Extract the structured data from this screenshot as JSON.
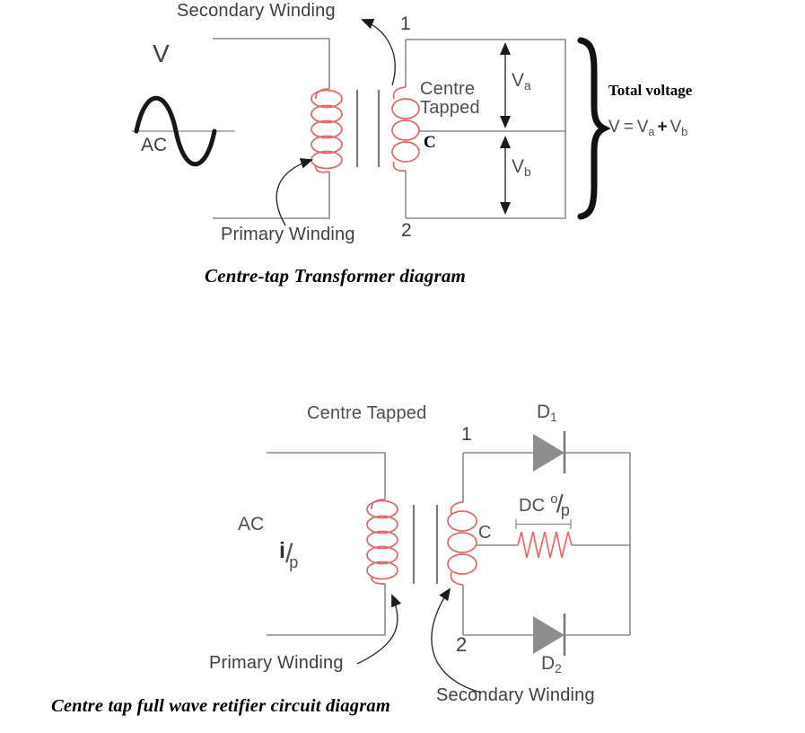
{
  "colors": {
    "coil_red": "#e06868",
    "resistor_red": "#ee6666",
    "wire_gray": "#8a8a8a",
    "core_gray": "#7a7a7a",
    "label_gray": "#4f4f4f",
    "text_dark": "#3f3f3f",
    "black": "#111111",
    "diode_gray": "#8d8d8d"
  },
  "top": {
    "secondary_winding": "Secondary Winding",
    "primary_winding": "Primary Winding",
    "terminal_1": "1",
    "terminal_2": "2",
    "source_v": "V",
    "source_ac": "AC",
    "centre_tapped_line1": "Centre",
    "centre_tapped_line2": "Tapped",
    "centre_tap": "C",
    "va_base": "V",
    "va_sub": "a",
    "vb_base": "V",
    "vb_sub": "b",
    "total_voltage": "Total voltage",
    "formula_lhs": "V",
    "formula_eq": "=",
    "formula_va": "V",
    "formula_va_sub": "a",
    "formula_plus": "+",
    "formula_vb": "V",
    "formula_vb_sub": "b",
    "caption": "Centre-tap Transformer diagram"
  },
  "bottom": {
    "centre_tapped": "Centre Tapped",
    "terminal_1": "1",
    "terminal_2": "2",
    "source_ac": "AC",
    "input_i": "i",
    "input_slash": "/",
    "input_p": "p",
    "centre_tap": "C",
    "d1_base": "D",
    "d1_sub": "1",
    "d2_base": "D",
    "d2_sub": "2",
    "dc": "DC",
    "dc_sup": "o",
    "dc_slash": "/",
    "dc_sub": "p",
    "primary_winding": "Primary Winding",
    "secondary_winding": "Secondary Winding",
    "caption": "Centre tap full wave retifier circuit diagram"
  }
}
